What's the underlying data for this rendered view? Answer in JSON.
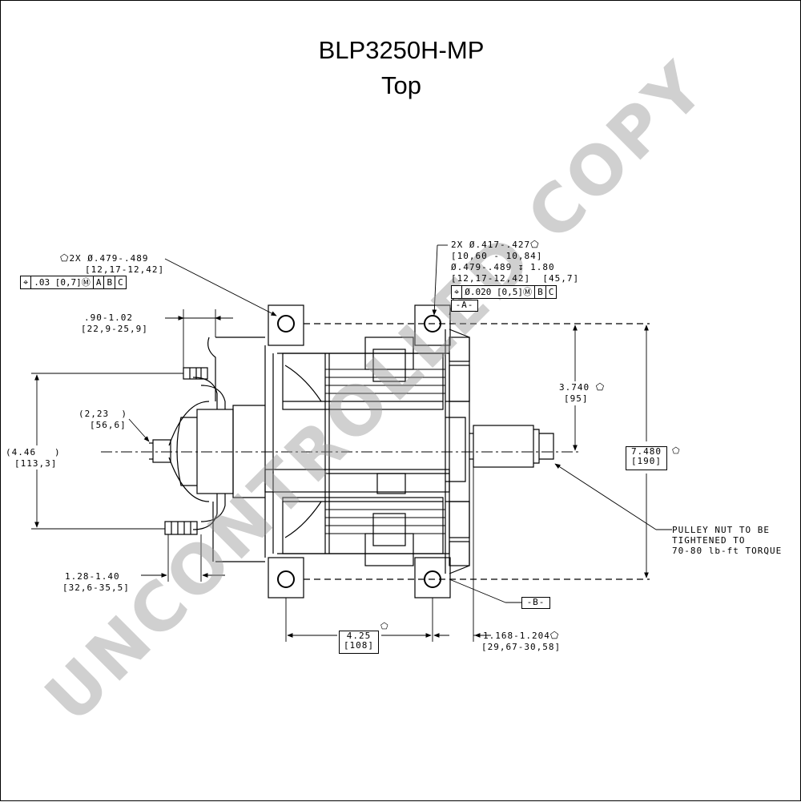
{
  "title": "BLP3250H-MP",
  "subtitle": "Top",
  "watermark": "UNCONTROLLED COPY",
  "callouts": {
    "left_hole": {
      "line1": "2X Ø.479-.489",
      "line2": "[12,17-12,42]"
    },
    "left_fcf": {
      "symbol": "⌖",
      "tolerance": ".03 [0,7]Ⓜ",
      "datum_a": "A",
      "datum_b": "B",
      "datum_c": "C"
    },
    "right_hole": {
      "line1": "2X Ø.417-.427",
      "line2": "[10,60 - 10,84]",
      "line3": "Ø.479-.489 ↧ 1.80",
      "line4": "[12,17-12,42]  [45,7]"
    },
    "right_fcf": {
      "symbol": "⌖",
      "tolerance": "Ø.020 [0,5]Ⓜ",
      "datum_b": "B",
      "datum_c": "C"
    },
    "datum_a_label": "-A-",
    "datum_b_label": "-B-"
  },
  "dimensions": {
    "d_090": {
      "line1": ".90-1.02",
      "line2": "[22,9-25,9]"
    },
    "d_223": {
      "line1": "(2,23  )",
      "line2": "[56,6]"
    },
    "d_446": {
      "line1": "(4.46   )",
      "line2": "[113,3]"
    },
    "d_128": {
      "line1": "1.28-1.40",
      "line2": "[32,6-35,5]"
    },
    "d_3740": {
      "line1": "3.740",
      "line2": "[95]"
    },
    "d_7480": {
      "line1": "7.480",
      "line2": "[190]"
    },
    "d_425": {
      "line1": "4.25",
      "line2": "[108]"
    },
    "d_1168": {
      "line1": "1.168-1.204",
      "line2": "[29,67-30,58]"
    }
  },
  "note": {
    "line1": "PULLEY NUT TO BE",
    "line2": "TIGHTENED TO",
    "line3": "70-80 lb-ft TORQUE"
  },
  "symbols": {
    "pentagon": "⬠"
  }
}
